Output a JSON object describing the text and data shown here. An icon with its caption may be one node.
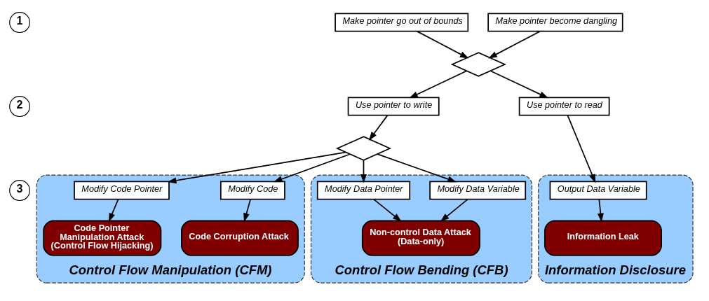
{
  "diagram": {
    "nodes": [
      {
        "text": [
          "1"
        ]
      },
      {
        "text": [
          "Make pointer go out of bounds"
        ]
      },
      {
        "text": [
          "Make pointer become dangling"
        ]
      },
      {
        "text": [],
        "shape": "diamond"
      },
      {
        "text": [
          "2"
        ]
      },
      {
        "text": [
          "Use pointer to write"
        ]
      },
      {
        "text": [
          "Use pointer to read"
        ]
      },
      {
        "text": [],
        "shape": "diamond"
      },
      {
        "text": [
          "3"
        ]
      },
      {
        "text": [
          "Control Flow Manipulation (CFM)"
        ]
      },
      {
        "text": [
          "Modify Code"
        ],
        "in": 9
      },
      {
        "text": [
          "Modify Code Pointer"
        ],
        "in": 9
      },
      {
        "text": [
          "Code Corruption Attack"
        ],
        "in": 9
      },
      {
        "text": [
          "Code Pointer Manipulation Attack (Control Flow Hijacking)"
        ],
        "in": 9
      },
      {
        "text": [
          "Control Flow Bending (CFB)"
        ]
      },
      {
        "text": [
          "Modify Data Variable"
        ],
        "in": 14
      },
      {
        "text": [
          "Modify Data Pointer"
        ],
        "in": 14
      },
      {
        "text": [
          "Non-control Data Attack (Data-only)"
        ],
        "in": 14
      },
      {
        "text": [
          "Information Disclosure"
        ]
      },
      {
        "text": [
          "Output Data Variable"
        ],
        "in": 18
      },
      {
        "text": [
          "Information Leak"
        ],
        "in": 18
      }
    ],
    "edges": [
      {
        "from": 1,
        "to": 3,
        "arrow": "to"
      },
      {
        "from": 2,
        "to": 3,
        "arrow": "to"
      },
      {
        "from": 3,
        "to": 5,
        "arrow": "to"
      },
      {
        "from": 3,
        "to": 6,
        "arrow": "to"
      },
      {
        "from": 5,
        "to": 7,
        "arrow": "to"
      },
      {
        "from": 7,
        "to": 10,
        "arrow": "to"
      },
      {
        "from": 7,
        "to": 11,
        "arrow": "to"
      },
      {
        "from": 7,
        "to": 15,
        "arrow": "to"
      },
      {
        "from": 7,
        "to": 16,
        "arrow": "to"
      },
      {
        "from": 6,
        "to": 19,
        "arrow": "to"
      },
      {
        "from": 10,
        "to": 12,
        "arrow": "to"
      },
      {
        "from": 11,
        "to": 13,
        "arrow": "to"
      },
      {
        "from": 15,
        "to": 17,
        "arrow": "to"
      },
      {
        "from": 16,
        "to": 17,
        "arrow": "to"
      },
      {
        "from": 19,
        "to": 20,
        "arrow": "to"
      }
    ]
  }
}
